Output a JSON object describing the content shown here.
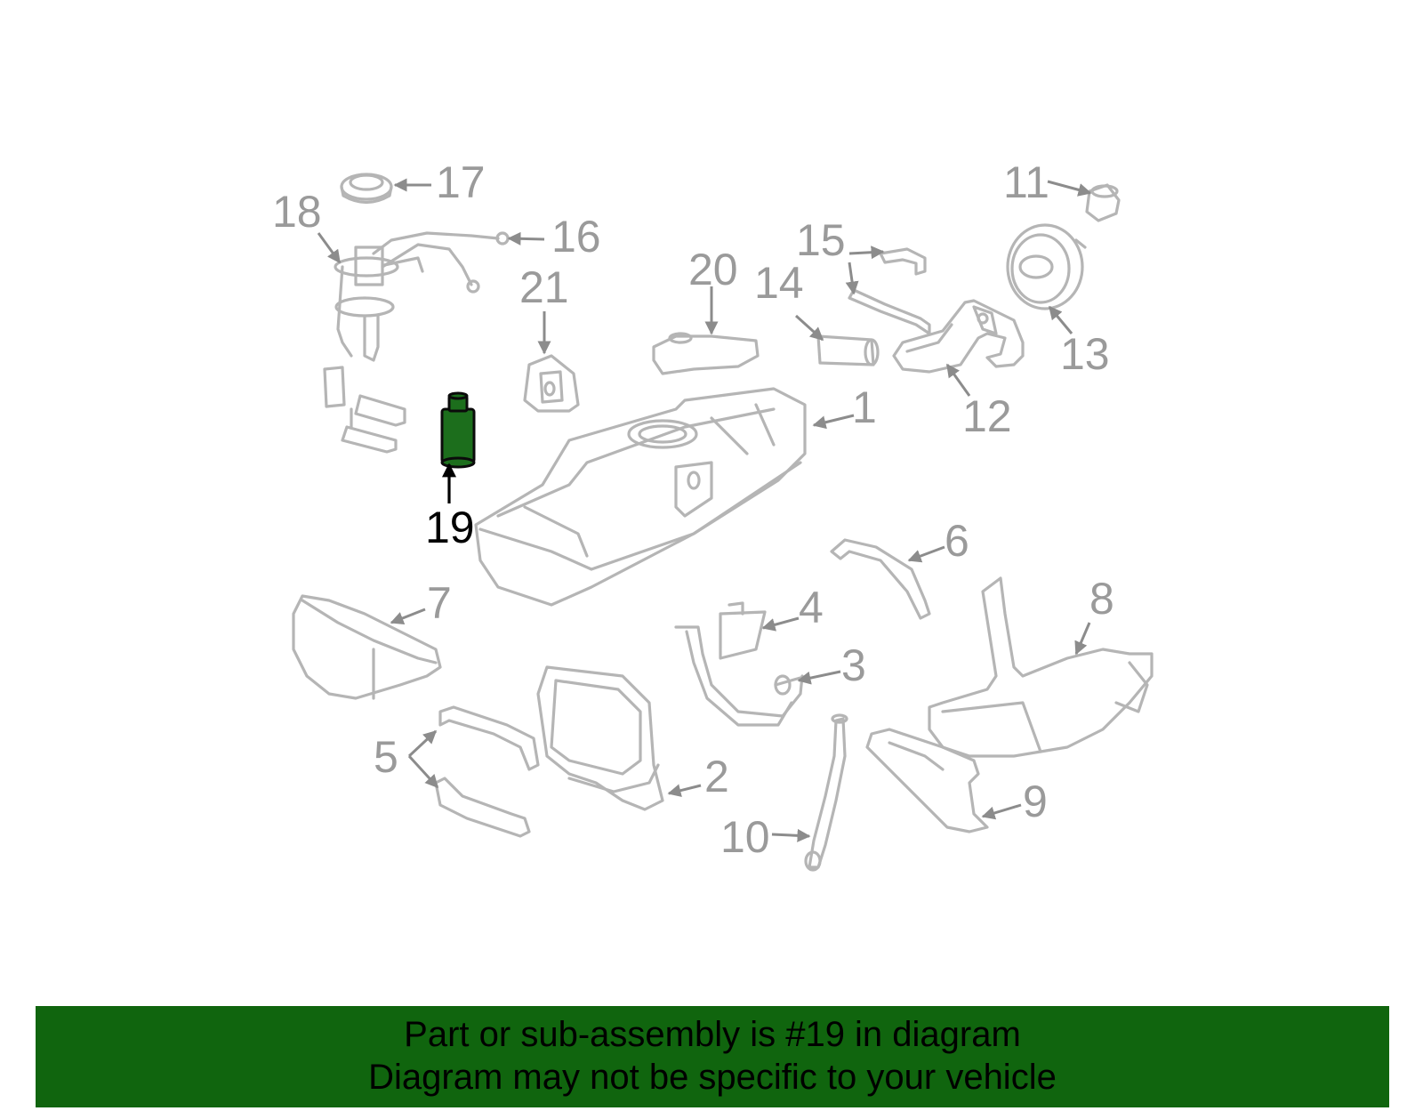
{
  "diagram": {
    "callouts": [
      "1",
      "2",
      "3",
      "4",
      "5",
      "6",
      "7",
      "8",
      "9",
      "10",
      "11",
      "12",
      "13",
      "14",
      "15",
      "16",
      "17",
      "18",
      "19",
      "20",
      "21"
    ],
    "selected_callout": "19",
    "colors": {
      "part_outline": "#b5b5b5",
      "callout_text": "#9a9a9a",
      "selected_part": "#1c6e1c",
      "selected_text": "#000000",
      "banner_background": "#10650e"
    }
  },
  "banner": {
    "line1": "Part or sub-assembly is #19 in diagram",
    "line2": "Diagram may not be specific to your vehicle"
  }
}
